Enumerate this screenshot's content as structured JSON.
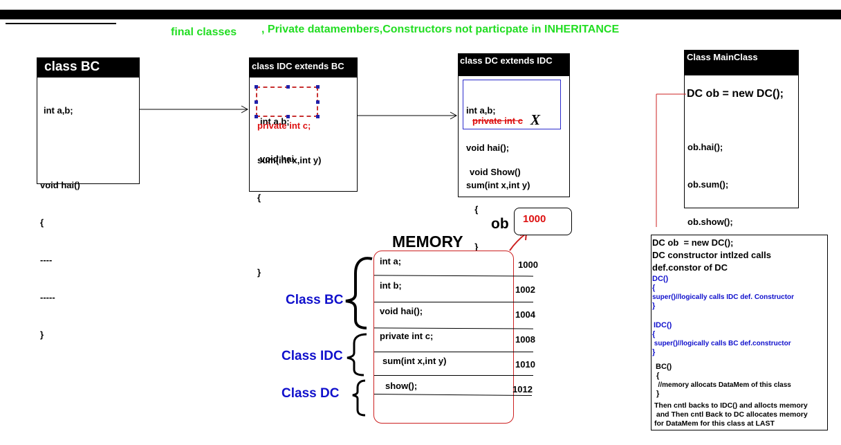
{
  "top_bar": {
    "title": "Inheritance",
    "subtitle": "Constructor chaining"
  },
  "headline": {
    "part1": "final classes",
    "part2": ", Private datamembers,Constructors not particpate in INHERITANCE"
  },
  "class_bc": {
    "header": "class BC",
    "lines": [
      "int a,b;",
      "",
      "void hai()",
      "{",
      "----",
      "-----",
      "}"
    ]
  },
  "class_idc": {
    "header": "class IDC extends BC",
    "inherited": [
      "int a,b;",
      "void hai"
    ],
    "private_line": "private int c;",
    "method_lines": [
      "sum(int x,int y)",
      "{",
      "",
      "}"
    ]
  },
  "class_dc": {
    "header": "class DC extends IDC",
    "inherited": [
      "int a,b;",
      "void hai();",
      "sum(int x,int y)"
    ],
    "struck_line": "private int c",
    "cross_mark": "X",
    "method_lines": [
      "void Show()",
      "  {",
      "  }"
    ]
  },
  "class_main": {
    "header": "Class MainClass",
    "object_line": "DC ob = new DC();",
    "calls": [
      "ob.hai();",
      "ob.sum();",
      "ob.show();"
    ]
  },
  "memory": {
    "title": "MEMORY",
    "ref_label": "ob",
    "ref_value": "1000",
    "slots": [
      {
        "label": "int a;",
        "address": "1000"
      },
      {
        "label": "int b;",
        "address": "1002"
      },
      {
        "label": "void hai();",
        "address": "1004"
      },
      {
        "label": "private int c;",
        "address": "1008"
      },
      {
        "label": "sum(int x,int y)",
        "address": "1010"
      },
      {
        "label": "show();",
        "address": "1012"
      }
    ],
    "groups": [
      "Class BC",
      "Class IDC",
      "Class DC"
    ]
  },
  "notes": {
    "line1": "DC ob  = new DC();",
    "line2": "DC constructor intlzed calls",
    "line3": "def.constor of DC",
    "dc_ctor": "DC()",
    "dc_brace": "{",
    "dc_super": "super()//logically calls IDC def. Constructor",
    "dc_close": "}",
    "idc_ctor": "IDC()",
    "idc_brace": "{",
    "idc_super": " super()//logically calls BC def.constructor",
    "idc_close": "}",
    "bc_ctor": "BC()",
    "bc_brace": " {",
    "bc_body": "  //memory allocats DataMem of this class",
    "bc_close": " }",
    "tail": "Then cntl backs to IDC() and allocts memory\n and Then cntl Back to DC allocates memory\nfor DataMem for this class at LAST"
  },
  "colors": {
    "green": "#22dd22",
    "blue": "#1010cc",
    "red": "#dd1010"
  }
}
